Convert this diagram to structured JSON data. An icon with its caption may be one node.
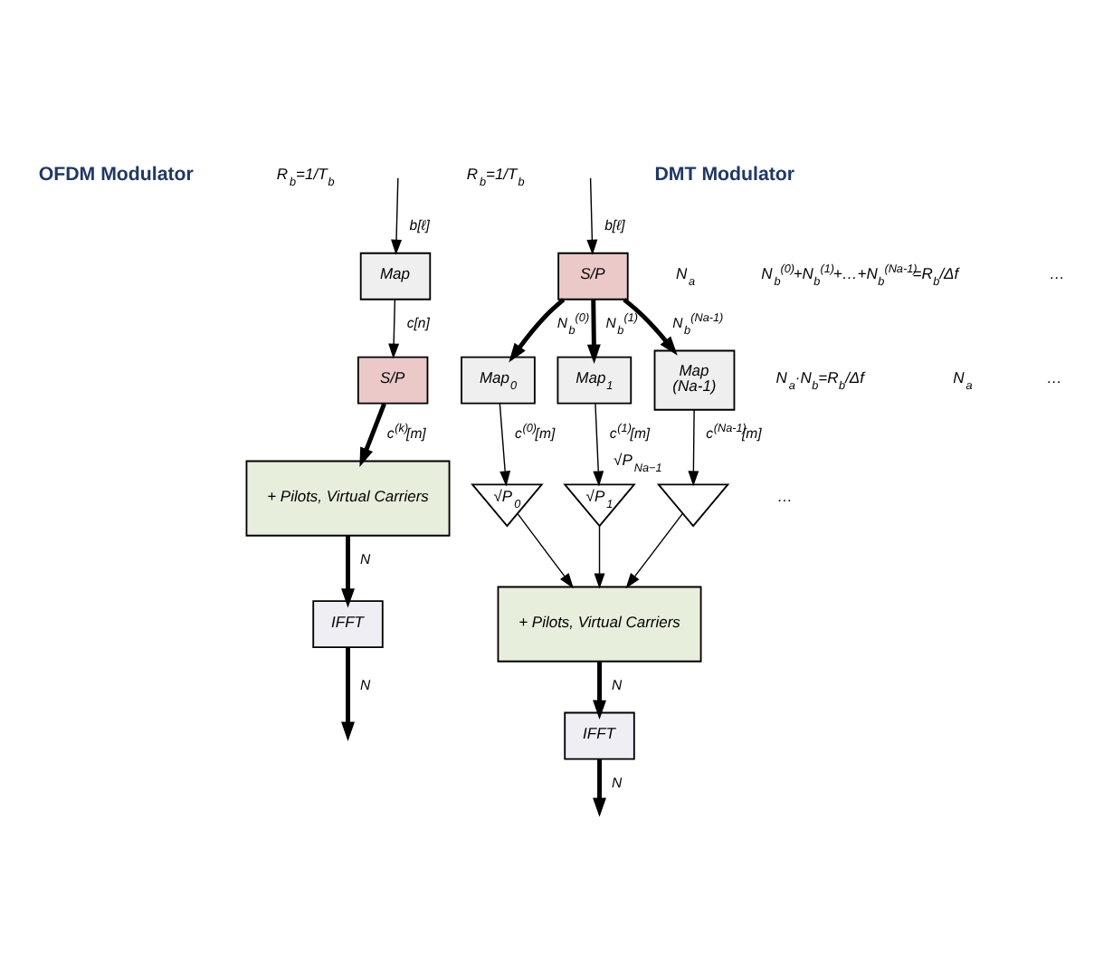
{
  "diagram": {
    "nodes": [
      {
        "text": [
          "Map"
        ]
      },
      {
        "text": [
          "S/P"
        ]
      },
      {
        "text": [
          "+ Pilots, Virtual Carriers"
        ]
      },
      {
        "text": [
          "IFFT"
        ]
      },
      {
        "text": [
          "S/P"
        ]
      },
      {
        "text": [
          "Map$_{0}$"
        ]
      },
      {
        "text": [
          "Map$_{1}$"
        ]
      },
      {
        "text": [
          "Map",
          "(Na-1)"
        ]
      },
      {
        "text": [
          "√P$_{0}$"
        ]
      },
      {
        "text": [
          "√P$_{1}$"
        ]
      },
      {
        "text": [],
        "shape": "triangle",
        "beside": [
          "√P$_{Na−1}$"
        ]
      },
      {
        "text": [
          "+ Pilots, Virtual Carriers"
        ]
      },
      {
        "text": [
          "IFFT"
        ]
      }
    ],
    "edges": [
      {
        "from": null,
        "to": 0,
        "arrow": "to",
        "label": "b[ℓ]"
      },
      {
        "from": 0,
        "to": 1,
        "arrow": "to",
        "label": "c[n]"
      },
      {
        "from": 1,
        "to": 2,
        "arrow": "to",
        "label": "c$^{(k)}$[m]",
        "style": "thick"
      },
      {
        "from": 2,
        "to": 3,
        "arrow": "to",
        "label": "N",
        "style": "thick"
      },
      {
        "from": 3,
        "to": null,
        "arrow": "to",
        "label": "N",
        "style": "thick"
      },
      {
        "from": null,
        "to": 4,
        "arrow": "to",
        "label": "b[ℓ]"
      },
      {
        "from": 4,
        "to": 5,
        "arrow": "to",
        "label": "N$_{b}$$^{(0)}$",
        "style": "thick"
      },
      {
        "from": 4,
        "to": 6,
        "arrow": "to",
        "label": "N$_{b}$$^{(1)}$",
        "style": "thick"
      },
      {
        "from": 4,
        "to": 7,
        "arrow": "to",
        "label": "N$_{b}$$^{(Na-1)}$",
        "style": "thick"
      },
      {
        "from": 5,
        "to": 8,
        "arrow": "to",
        "label": "c$^{(0)}$[m]"
      },
      {
        "from": 6,
        "to": 9,
        "arrow": "to",
        "label": "c$^{(1)}$[m]"
      },
      {
        "from": 7,
        "to": 10,
        "arrow": "to",
        "label": "c$^{(Na-1)}$[m]"
      },
      {
        "from": 8,
        "to": 11,
        "arrow": "to"
      },
      {
        "from": 9,
        "to": 11,
        "arrow": "to"
      },
      {
        "from": 10,
        "to": 11,
        "arrow": "to"
      },
      {
        "from": 11,
        "to": 12,
        "arrow": "to",
        "label": "N",
        "style": "thick"
      },
      {
        "from": 12,
        "to": null,
        "arrow": "to",
        "label": "N",
        "style": "thick"
      }
    ],
    "labels": [
      "OFDM Modulator",
      "R$_{b}$=1/T$_{b}$",
      "R$_{b}$=1/T$_{b}$",
      "DMT Modulator",
      "N$_{a}$·N$_{b}$=R$_{b}$/Δf",
      "N$_{a}$",
      "N$_{a}$",
      "N$_{b}$$^{(0)}$+N$_{b}$$^{(1)}$+…+N$_{b}$$^{(Na-1)}$=R$_{b}$/Δf",
      "…",
      "…",
      "…"
    ]
  }
}
